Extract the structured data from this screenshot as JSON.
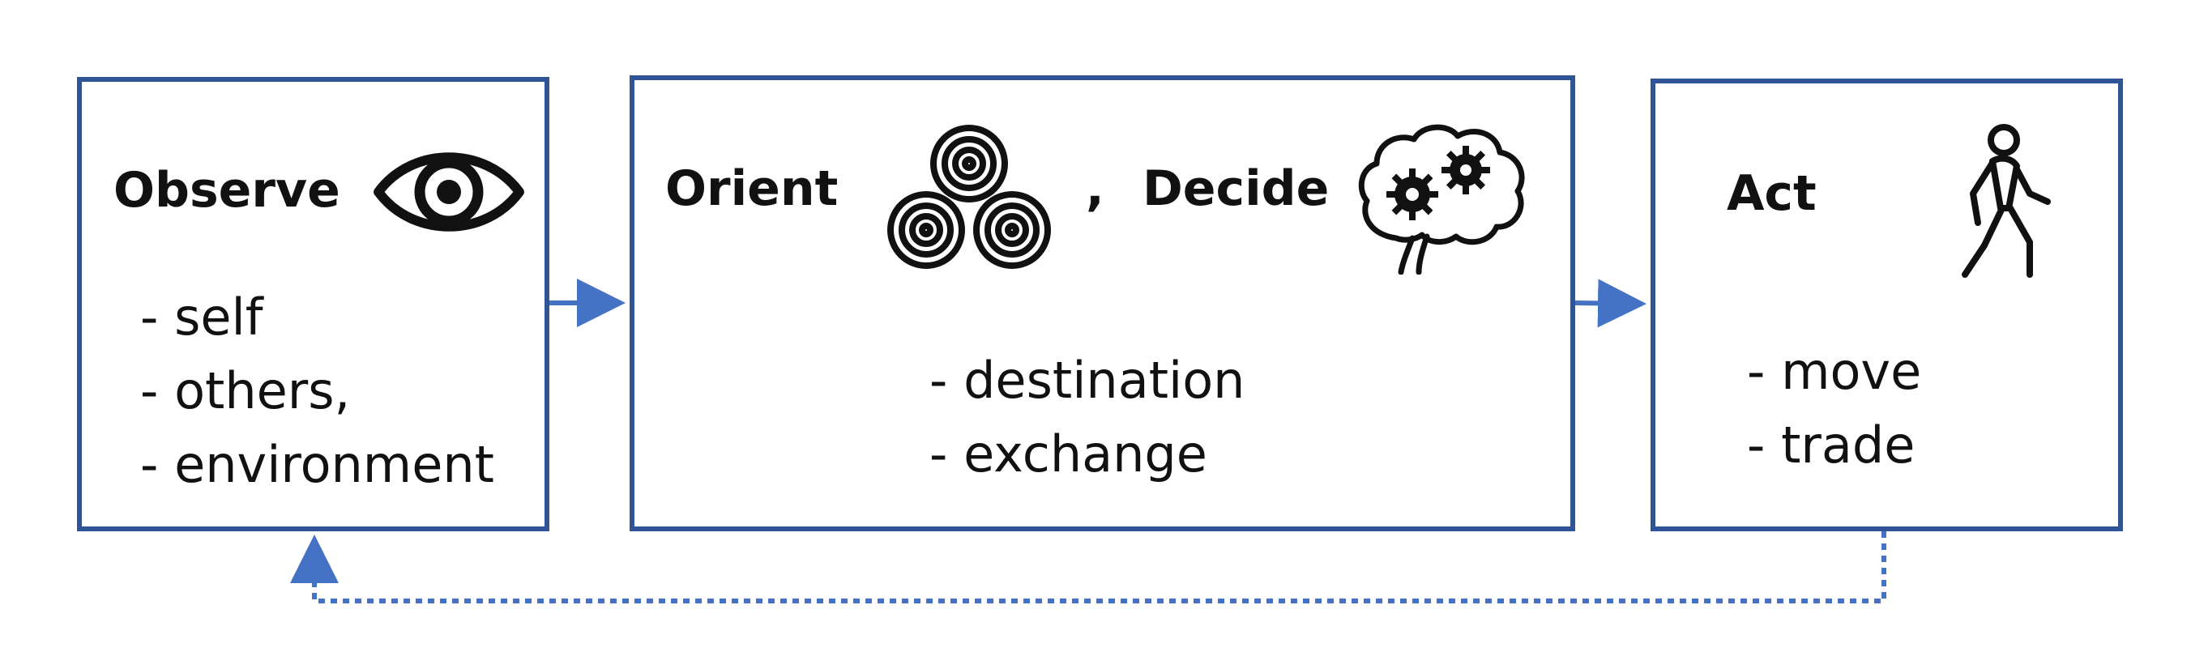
{
  "diagram": {
    "colors": {
      "accent": "#2f5597",
      "arrow": "#4472c4",
      "text": "#111111"
    },
    "observe": {
      "title": "Observe",
      "icon": "eye-icon",
      "items": [
        "- self",
        "- others,",
        "- environment"
      ]
    },
    "orient_decide": {
      "title_orient": "Orient",
      "orient_icon": "triskelion-spiral-icon",
      "separator": ",",
      "title_decide": "Decide",
      "decide_icon": "brain-gears-icon",
      "items": [
        "- destination",
        "- exchange"
      ]
    },
    "act": {
      "title": "Act",
      "icon": "walking-person-icon",
      "items": [
        "- move",
        "- trade"
      ]
    }
  }
}
